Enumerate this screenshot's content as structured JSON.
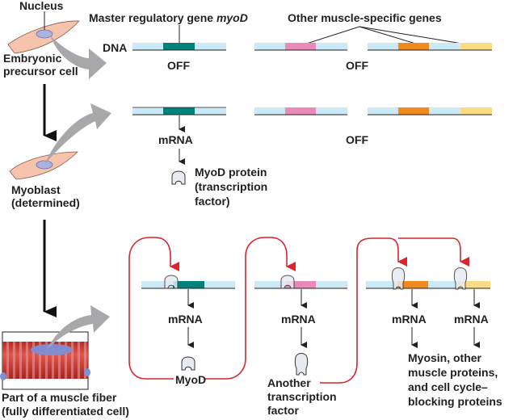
{
  "colors": {
    "dna_backbone": "#cce9f7",
    "myod_gene": "#00827c",
    "muscle_gene_pink": "#e98ab8",
    "muscle_gene_orange": "#ef8a1f",
    "muscle_gene_yellow": "#fbdc84",
    "feedback_arrow": "#d9242b",
    "cell_fill": "#f6c3ad",
    "nucleus_fill": "#aab2e0",
    "muscle_fiber": "#cf3b35",
    "protein_fill": "#e8eaf3",
    "gray_arrow": "#a8a8aa"
  },
  "labels": {
    "nucleus": "Nucleus",
    "master_gene_prefix": "Master regulatory gene ",
    "master_gene_name": "myoD",
    "other_genes": "Other muscle-specific genes",
    "dna": "DNA",
    "off": "OFF",
    "mrna": "mRNA",
    "embryonic_line1": "Embryonic",
    "embryonic_line2": "precursor cell",
    "myoblast_line1": "Myoblast",
    "myoblast_line2": "(determined)",
    "myod_protein_line1": "MyoD protein",
    "myod_protein_line2": "(transcription",
    "myod_protein_line3": "factor)",
    "fiber_line1": "Part of a muscle fiber",
    "fiber_line2": "(fully differentiated cell)",
    "myod": "MyoD",
    "another_line1": "Another",
    "another_line2": "transcription",
    "another_line3": "factor",
    "products_line1": "Myosin, other",
    "products_line2": "muscle proteins,",
    "products_line3": "and cell cycle–",
    "products_line4": "blocking proteins"
  },
  "stages": [
    {
      "name": "Embryonic precursor cell",
      "myoD": "OFF",
      "other_genes": "OFF"
    },
    {
      "name": "Myoblast (determined)",
      "myoD": "ON",
      "other_genes": "OFF"
    },
    {
      "name": "Part of a muscle fiber (fully differentiated cell)",
      "myoD": "ON",
      "other_genes": "ON"
    }
  ]
}
